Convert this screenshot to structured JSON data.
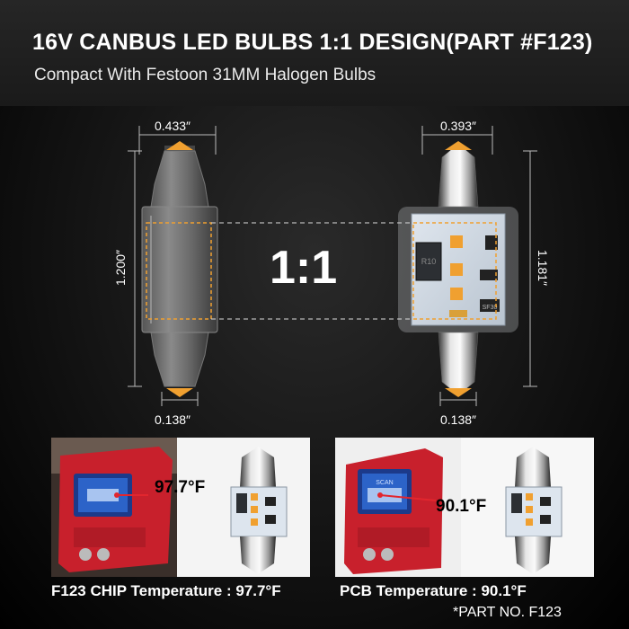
{
  "header": {
    "title": "16V CANBUS LED BULBS 1:1 DESIGN(PART #F123)",
    "subtitle": "Compact With Festoon 31MM Halogen Bulbs"
  },
  "diagram": {
    "ratio_label": "1:1",
    "left_bulb": {
      "width_label": "0.433″",
      "length_label": "1.200″",
      "cap_label": "0.138″"
    },
    "right_bulb": {
      "width_label": "0.393″",
      "length_label": "1.181″",
      "cap_label": "0.138″",
      "chip_marks": [
        "R10",
        "SF30"
      ]
    }
  },
  "panels": [
    {
      "reading": "97.7°F",
      "caption": "F123 CHIP Temperature : 97.7°F"
    },
    {
      "reading": "90.1°F",
      "caption": "PCB Temperature : 90.1°F",
      "display_text": "SCAN"
    }
  ],
  "footer": {
    "part_no": "*PART NO. F123"
  },
  "colors": {
    "accent": "#f0a030",
    "dim_line": "#bbbbbb",
    "thermometer_red": "#c8202c"
  }
}
